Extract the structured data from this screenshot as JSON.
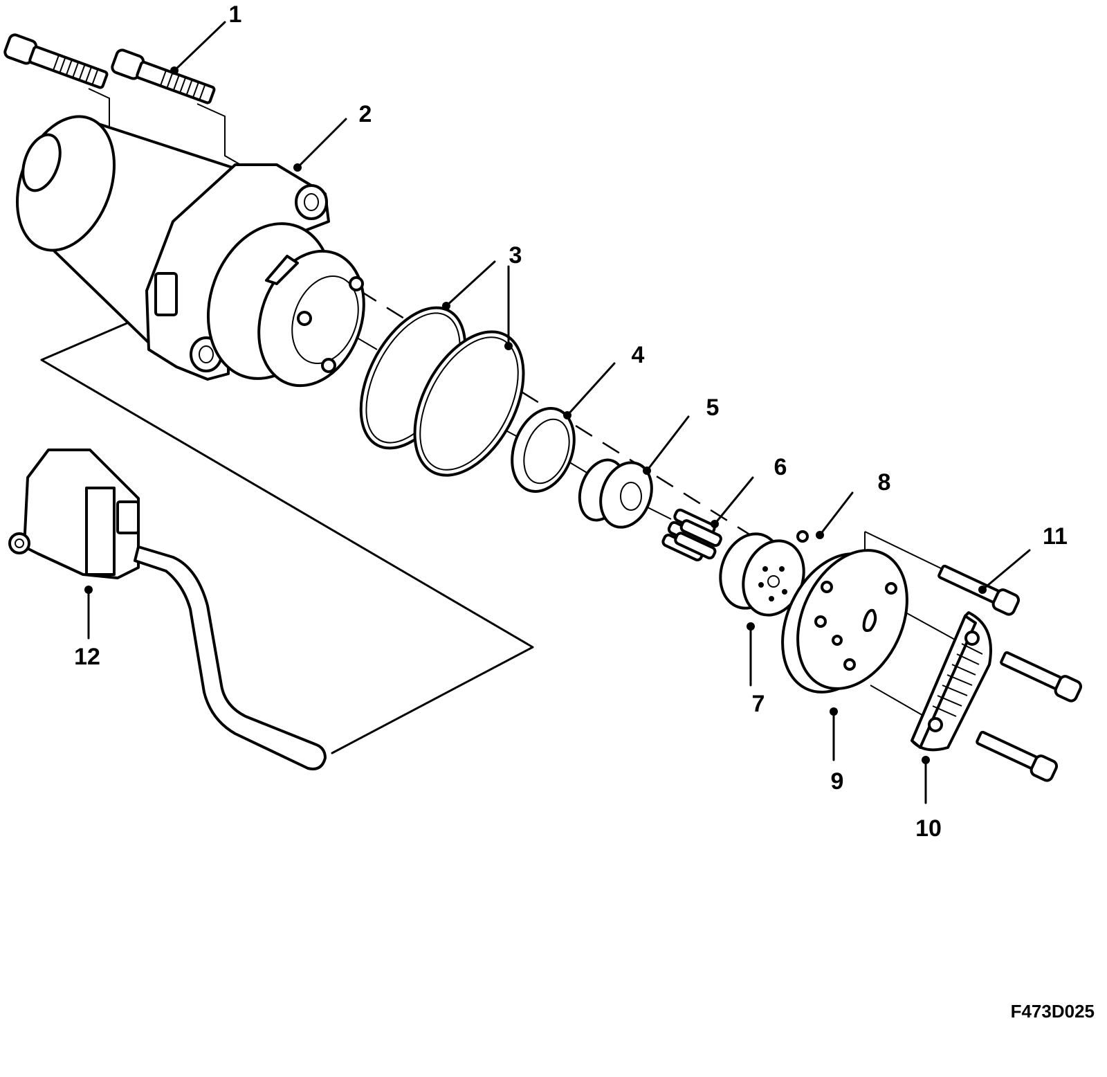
{
  "diagram": {
    "reference_code": "F473D025",
    "callouts": [
      "1",
      "2",
      "3",
      "4",
      "5",
      "6",
      "7",
      "8",
      "9",
      "10",
      "11",
      "12"
    ]
  }
}
